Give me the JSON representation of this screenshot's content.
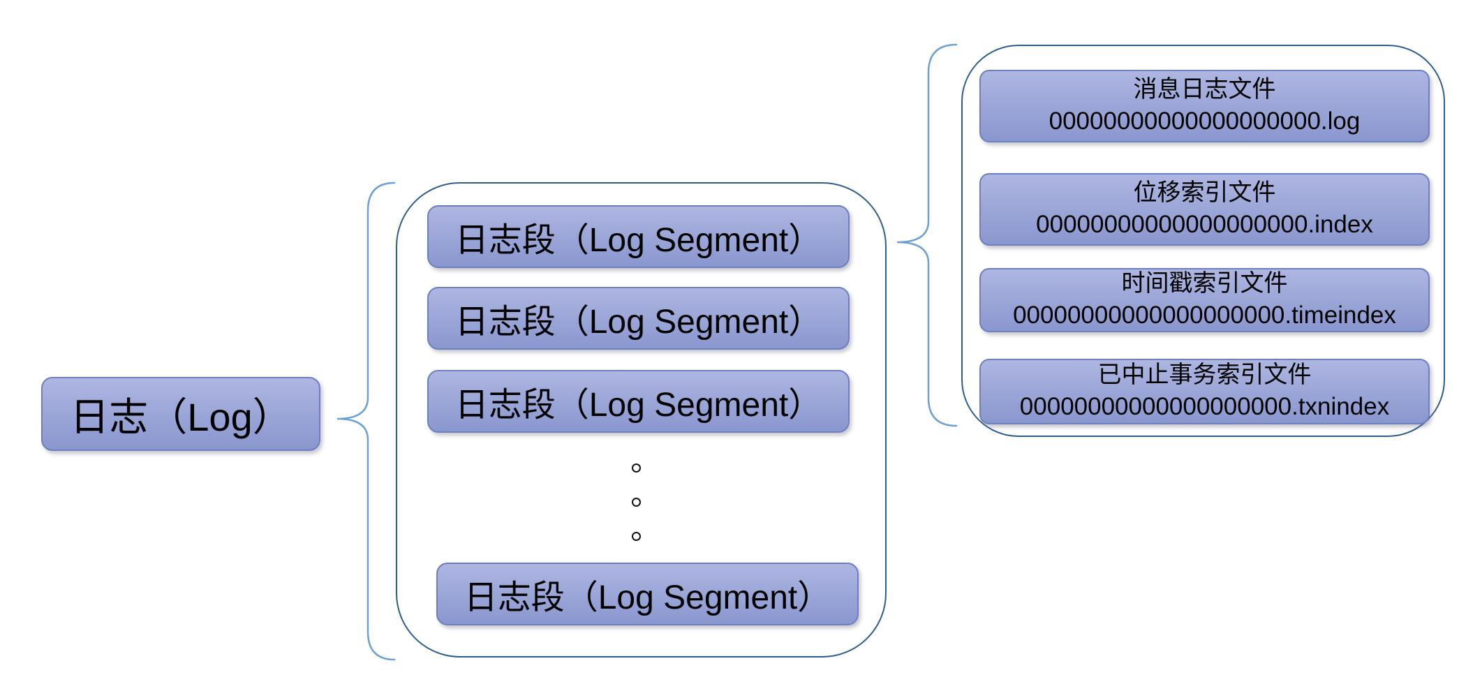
{
  "diagram": {
    "log": {
      "label": "日志（Log）"
    },
    "segments": {
      "items": [
        "日志段（Log Segment）",
        "日志段（Log Segment）",
        "日志段（Log Segment）",
        "日志段（Log Segment）"
      ],
      "ellipsis_dots": [
        "。",
        "。",
        "。"
      ]
    },
    "files": {
      "items": [
        {
          "title": "消息日志文件",
          "filename": "00000000000000000000.log"
        },
        {
          "title": "位移索引文件",
          "filename": "00000000000000000000.index"
        },
        {
          "title": "时间戳索引文件",
          "filename": "00000000000000000000.timeindex"
        },
        {
          "title": "已中止事务索引文件",
          "filename": "00000000000000000000.txnindex"
        }
      ]
    },
    "colors": {
      "node_fill_top": "#aeb6e1",
      "node_fill_bottom": "#8a97cf",
      "node_border": "#6e7fc0",
      "container_border": "#2e5c8e",
      "brace": "#6da0d4",
      "text": "#000000",
      "background": "#ffffff"
    }
  }
}
